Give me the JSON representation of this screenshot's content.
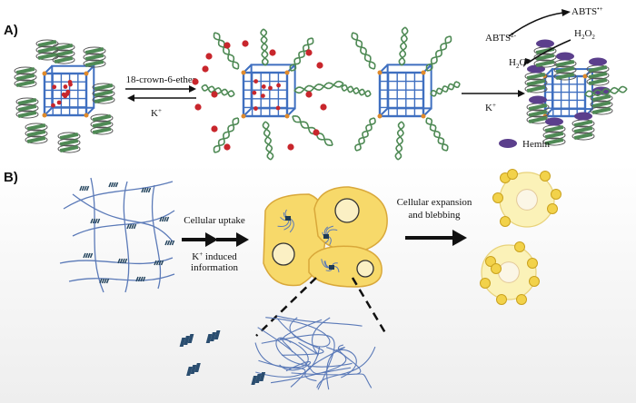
{
  "panels": {
    "a": "A)",
    "b": "B)"
  },
  "panel_a": {
    "crown_label": "18-crown-6-ether",
    "k_label_back": "K",
    "k_label_right": "K",
    "plus": "+",
    "abts_top": "ABTS",
    "abts_top_sup": "•+",
    "abts_left": "ABTS",
    "abts_left_sup": "2-",
    "h2o2_main": "H",
    "h2o2_sub": "2",
    "h2o2_end": "O",
    "h2o2_sub2": "2",
    "h2o_main": "H",
    "h2o_sub": "2",
    "h2o_end": "O",
    "hemin_label": "Hemin"
  },
  "panel_b": {
    "uptake_label": "Cellular uptake",
    "k_induced_line1": "K",
    "k_induced_plus": "+",
    "k_induced_rest": " induced",
    "k_induced_line2": "information",
    "expansion_line1": "Cellular expansion",
    "expansion_line2": "and blebbing"
  },
  "colors": {
    "dna_green": "#4f8a55",
    "cube_blue": "#3f6fc0",
    "red_ion": "#c8262c",
    "hemin": "#5b3f8c",
    "cell_fill": "#f7d96a",
    "cell_stroke": "#d9a83a",
    "pale_cell": "#fbf2b8",
    "fiber": "#5b7ab8",
    "background_b": "#f4f4f4"
  }
}
